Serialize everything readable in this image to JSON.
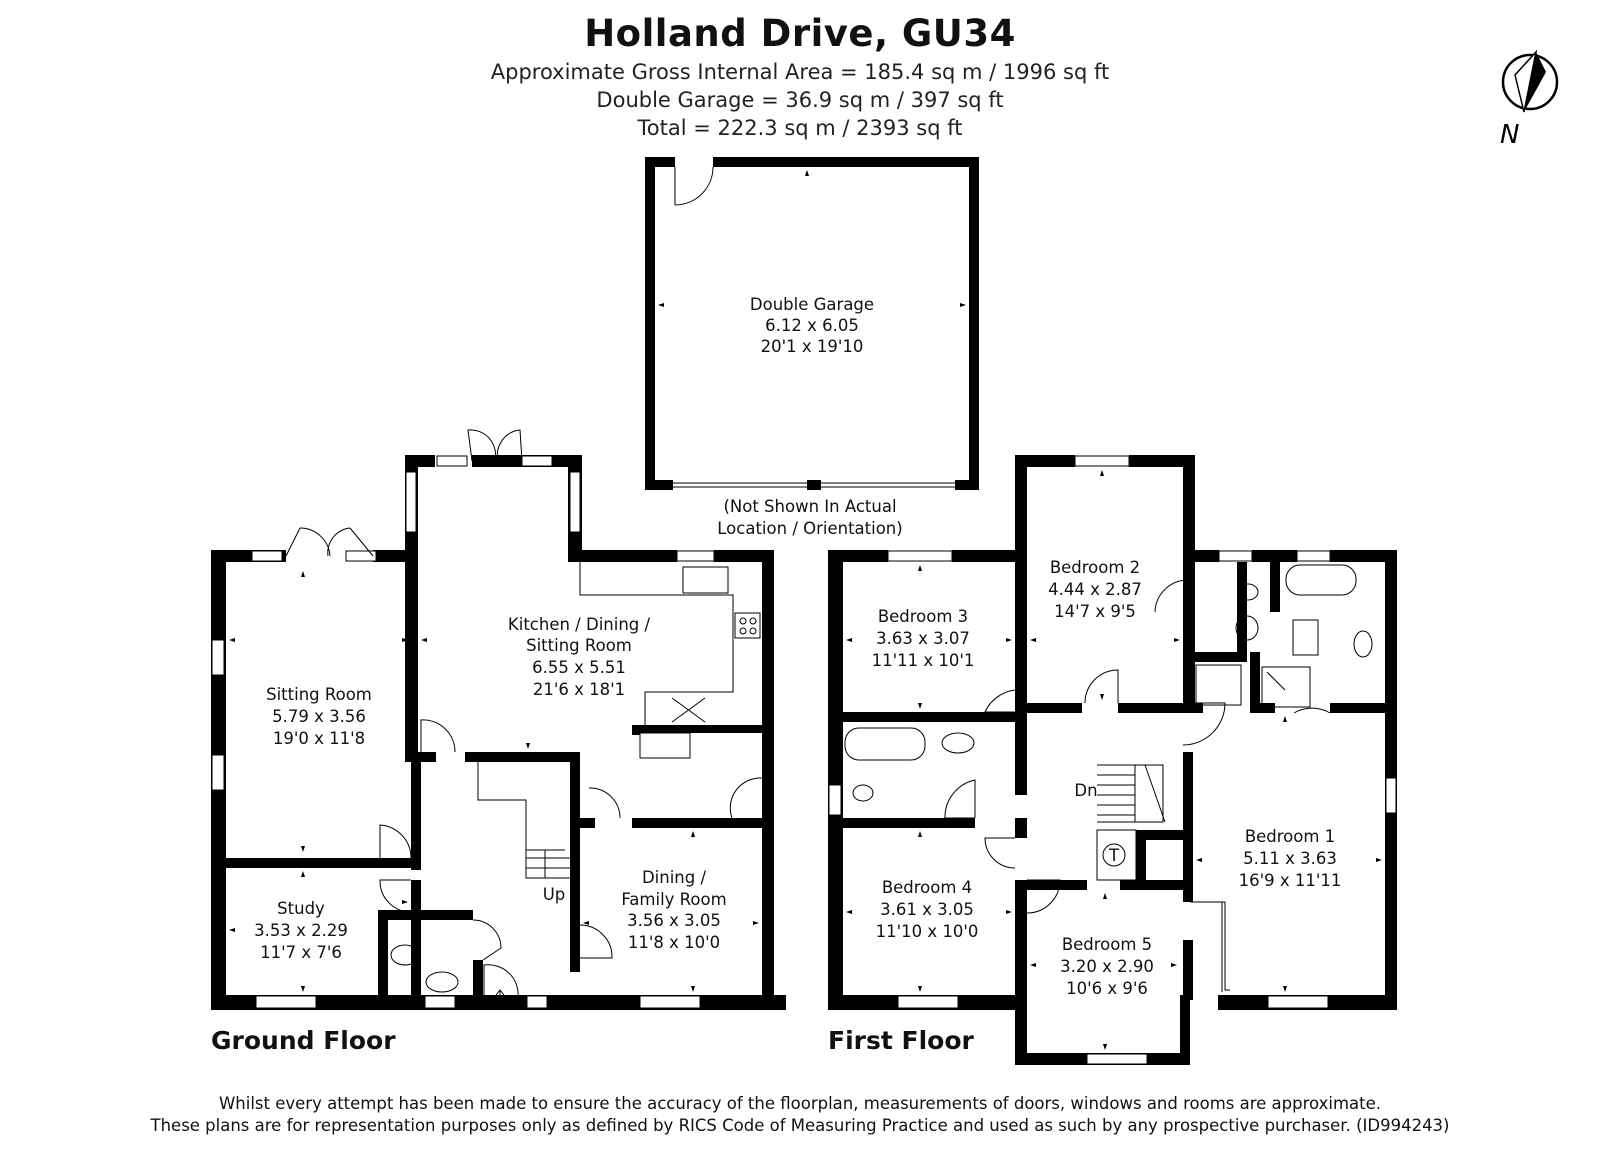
{
  "header": {
    "title": "Holland Drive, GU34",
    "gross_internal_area": "Approximate Gross Internal Area = 185.4 sq m / 1996 sq ft",
    "garage_area": "Double Garage = 36.9 sq m / 397 sq ft",
    "total_area": "Total = 222.3 sq m / 2393 sq ft"
  },
  "compass": {
    "label": "N",
    "icon": "north-arrow-icon"
  },
  "floors": {
    "ground": "Ground Floor",
    "first": "First Floor"
  },
  "garage_note": {
    "line1": "(Not Shown In Actual",
    "line2": "Location / Orientation)"
  },
  "rooms": {
    "double_garage": {
      "name": "Double Garage",
      "metric": "6.12 x 6.05",
      "imperial": "20'1 x 19'10"
    },
    "sitting_room": {
      "name": "Sitting Room",
      "metric": "5.79 x 3.56",
      "imperial": "19'0 x 11'8"
    },
    "kitchen": {
      "name1": "Kitchen / Dining /",
      "name2": "Sitting Room",
      "metric": "6.55 x 5.51",
      "imperial": "21'6 x 18'1"
    },
    "study": {
      "name": "Study",
      "metric": "3.53 x 2.29",
      "imperial": "11'7 x 7'6"
    },
    "dining_family": {
      "name1": "Dining /",
      "name2": "Family Room",
      "metric": "3.56 x 3.05",
      "imperial": "11'8 x 10'0"
    },
    "bedroom_1": {
      "name": "Bedroom 1",
      "metric": "5.11 x 3.63",
      "imperial": "16'9 x 11'11"
    },
    "bedroom_2": {
      "name": "Bedroom 2",
      "metric": "4.44 x 2.87",
      "imperial": "14'7 x 9'5"
    },
    "bedroom_3": {
      "name": "Bedroom 3",
      "metric": "3.63 x 3.07",
      "imperial": "11'11 x 10'1"
    },
    "bedroom_4": {
      "name": "Bedroom 4",
      "metric": "3.61 x 3.05",
      "imperial": "11'10 x 10'0"
    },
    "bedroom_5": {
      "name": "Bedroom 5",
      "metric": "3.20 x 2.90",
      "imperial": "10'6 x 9'6"
    }
  },
  "stairs": {
    "up": "Up",
    "down": "Dn",
    "tank": "T"
  },
  "disclaimer": {
    "line1": "Whilst every attempt has been made to ensure the accuracy of the floorplan, measurements of doors, windows and rooms are approximate.",
    "line2": "These plans are for representation purposes only as defined by RICS Code of Measuring Practice and used as such by any prospective purchaser. (ID994243)"
  }
}
